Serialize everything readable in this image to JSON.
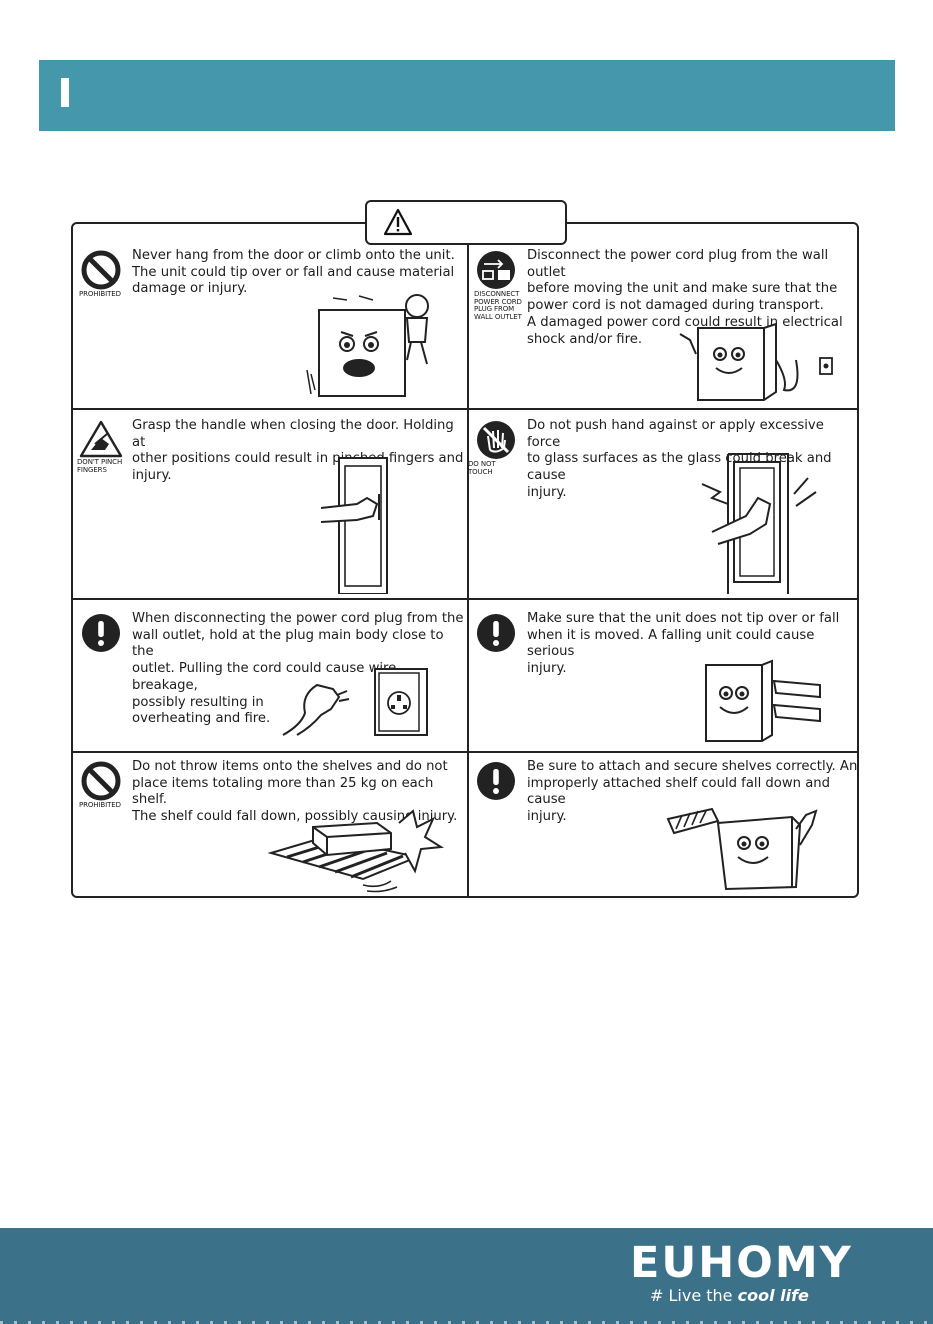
{
  "brand": {
    "logo_text": "EUHOMY",
    "tagline_prefix": "# Live the ",
    "tagline_emphasis": "cool life"
  },
  "cells": [
    {
      "symbol": "prohibited",
      "symbol_label": "PROHIBITED",
      "lines": [
        "Never hang from the door or climb onto the unit.",
        "The unit could tip over or fall and cause material",
        "damage or injury."
      ]
    },
    {
      "symbol": "disconnect",
      "symbol_label": "DISCONNECT\nPOWER CORD\nPLUG FROM\nWALL OUTLET",
      "lines": [
        "Disconnect the power cord plug from the wall outlet",
        "before moving the unit and make sure that the",
        "power cord is not damaged during transport.",
        "A damaged power cord could result in electrical",
        "shock and/or fire."
      ]
    },
    {
      "symbol": "pinch",
      "symbol_label": "DON'T PINCH\nFINGERS",
      "lines": [
        "Grasp the handle when closing the door. Holding at",
        "other positions could result in pinched fingers and",
        "injury."
      ]
    },
    {
      "symbol": "no-touch",
      "symbol_label": "DO NOT TOUCH",
      "lines": [
        "Do not push hand against or apply excessive force",
        "to glass surfaces as the glass could break and cause",
        "injury."
      ]
    },
    {
      "symbol": "exclamation",
      "symbol_label": "",
      "lines": [
        "When disconnecting the power cord plug from the",
        "wall outlet, hold at the plug main body close to the",
        "outlet. Pulling the cord could cause wire breakage,",
        "possibly resulting in",
        "overheating and fire."
      ]
    },
    {
      "symbol": "exclamation",
      "symbol_label": "",
      "lines": [
        "Make sure that the unit does not tip over or fall",
        "when it is moved. A falling unit could cause serious",
        "injury."
      ]
    },
    {
      "symbol": "prohibited",
      "symbol_label": "PROHIBITED",
      "lines": [
        "Do not throw items onto the shelves and do not",
        "place items totaling more than 25 kg on each shelf.",
        "The shelf could fall down, possibly causing injury."
      ]
    },
    {
      "symbol": "exclamation",
      "symbol_label": "",
      "lines": [
        "Be sure to attach and secure shelves correctly. An",
        "improperly attached shelf could fall down and cause",
        "injury."
      ]
    }
  ]
}
